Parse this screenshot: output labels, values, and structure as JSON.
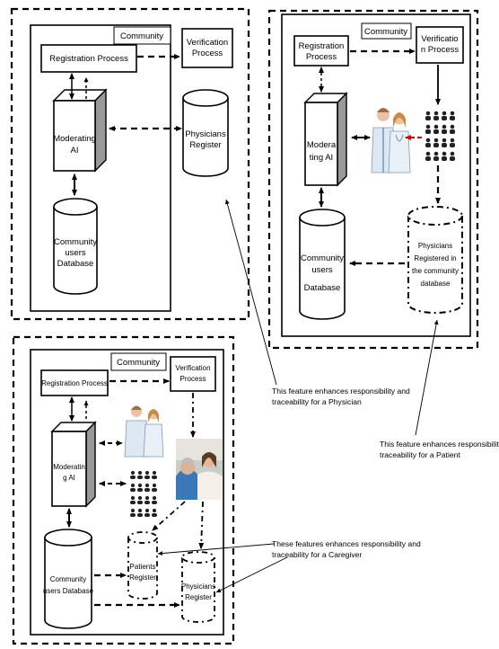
{
  "panel_a": {
    "community": "Community",
    "registration": "Registration Process",
    "verification": [
      "Verification",
      "Process"
    ],
    "moderating": [
      "Moderating",
      "AI"
    ],
    "physicians_register": [
      "Physicians",
      "Register"
    ],
    "community_db": [
      "Community",
      "users",
      "Database"
    ]
  },
  "panel_b": {
    "community": "Community",
    "registration": [
      "Registration",
      "Process"
    ],
    "verification": [
      "Verificatio",
      "n Process"
    ],
    "moderating": [
      "Modera",
      "ting AI"
    ],
    "community_db": [
      "Community",
      "users",
      "Database"
    ],
    "physicians_registered": [
      "Physicians",
      "Registered in",
      "the community",
      "database"
    ]
  },
  "panel_c": {
    "community": "Community",
    "registration": "Registration Process",
    "verification": [
      "Verification",
      "Process"
    ],
    "moderating": [
      "Moderatin",
      "g AI"
    ],
    "community_db": [
      "Community",
      "users Database"
    ],
    "patients_register": [
      "Patients",
      "Register"
    ],
    "physicians_register": [
      "Physicians",
      "Register"
    ]
  },
  "captions": {
    "physician": [
      "This feature enhances responsibility and",
      "traceability for a Physician"
    ],
    "patient": [
      "This feature enhances responsibility and",
      "traceability for a Patient"
    ],
    "caregiver": [
      "These features enhances responsibility and",
      "traceability for a Caregiver"
    ]
  }
}
